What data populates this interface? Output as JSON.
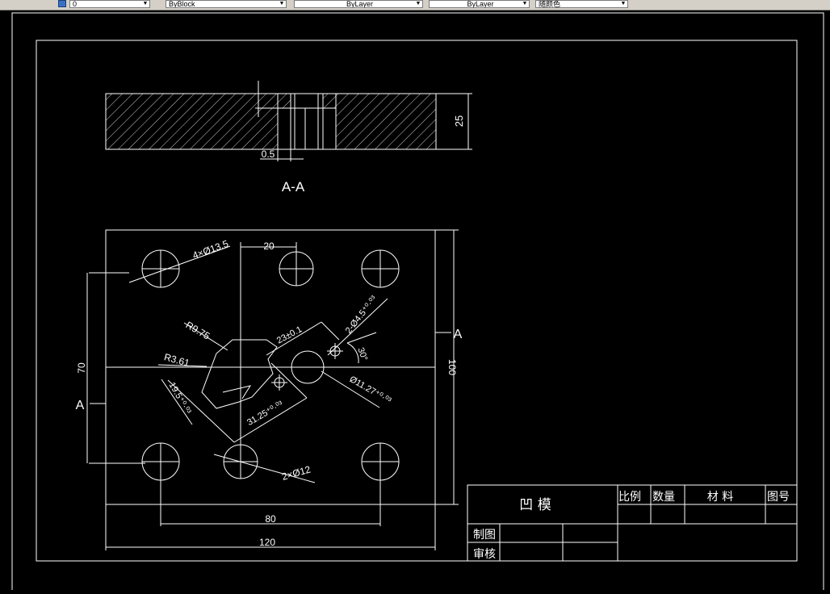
{
  "toolbar": {
    "combos": [
      {
        "name": "layer-combo",
        "value": "0"
      },
      {
        "name": "color-combo",
        "value": "ByBlock"
      },
      {
        "name": "linetype-combo",
        "value": "ByLayer"
      },
      {
        "name": "lineweight-combo",
        "value": "ByLayer"
      },
      {
        "name": "plotstyle-combo",
        "value": "随颜色"
      }
    ]
  },
  "drawing": {
    "section_label": "A-A",
    "section_dims": {
      "thickness": "25",
      "offset": "0.5"
    },
    "plan_dims": {
      "holes4": "4×Ø13.5",
      "top_spacing": "20",
      "pin_holes": "2-Ø4.5⁺⁰·⁰³",
      "radius1": "R9.75",
      "radius2": "R3.61",
      "dim23": "23±0.1",
      "angle": "30°",
      "dia11": "Ø11.27⁺⁰·⁰³",
      "dim195": "19.5⁺⁰·⁰³",
      "dim3125": "31.25⁺⁰·⁰³",
      "holes2": "2×Ø12",
      "height70": "70",
      "height100": "100",
      "width80": "80",
      "width120": "120",
      "section_mark": "A"
    }
  },
  "title_block": {
    "part_name": "凹    模",
    "scale_label": "比例",
    "qty_label": "数量",
    "material_label": "材    料",
    "drawing_no_label": "图号",
    "drawn_by_label": "制图",
    "checked_by_label": "审核"
  }
}
